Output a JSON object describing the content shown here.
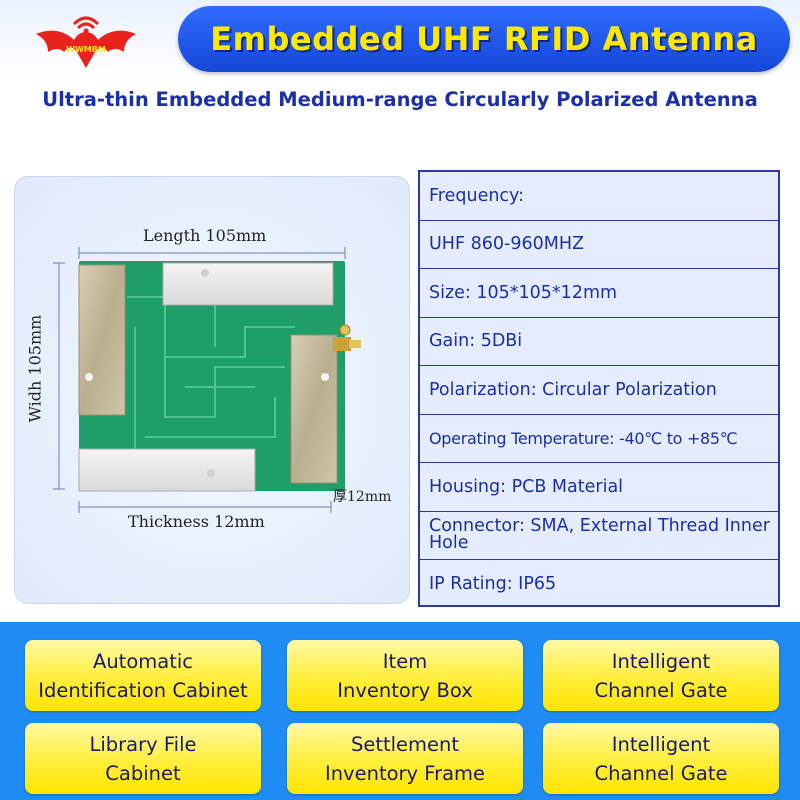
{
  "header": {
    "title": "Embedded UHF RFID Antenna",
    "subtitle": "Ultra-thin Embedded Medium-range Circularly Polarized Antenna",
    "logo_text": "WWMBM"
  },
  "product": {
    "length_label": "Length 105mm",
    "width_label": "Widh 105mm",
    "thickness_label": "Thickness 12mm",
    "side_thickness_label": "厚12mm"
  },
  "specs": [
    "Frequency:",
    "UHF 860-960MHZ",
    "Size: 105*105*12mm",
    "Gain: 5DBi",
    "Polarization: Circular Polarization",
    "Operating Temperature: -40℃ to +85℃",
    "Housing: PCB Material",
    "Connector: SMA, External Thread Inner Hole",
    "IP Rating: IP65"
  ],
  "applications": [
    {
      "line1": "Automatic",
      "line2": "Identification Cabinet"
    },
    {
      "line1": "Item",
      "line2": "Inventory Box"
    },
    {
      "line1": "Intelligent",
      "line2": "Channel Gate"
    },
    {
      "line1": "Library File",
      "line2": "Cabinet"
    },
    {
      "line1": "Settlement",
      "line2": "Inventory Frame"
    },
    {
      "line1": "Intelligent",
      "line2": "Channel Gate"
    }
  ],
  "colors": {
    "title_pill": "#1f58f0",
    "title_text": "#ffe800",
    "subtitle": "#1b2fa8",
    "spec_text": "#1b2fa8",
    "spec_bg": "#e6ecff",
    "apps_band": "#1e8cf2",
    "app_card": "#fff03c",
    "pcb": "#1f9e6a"
  }
}
